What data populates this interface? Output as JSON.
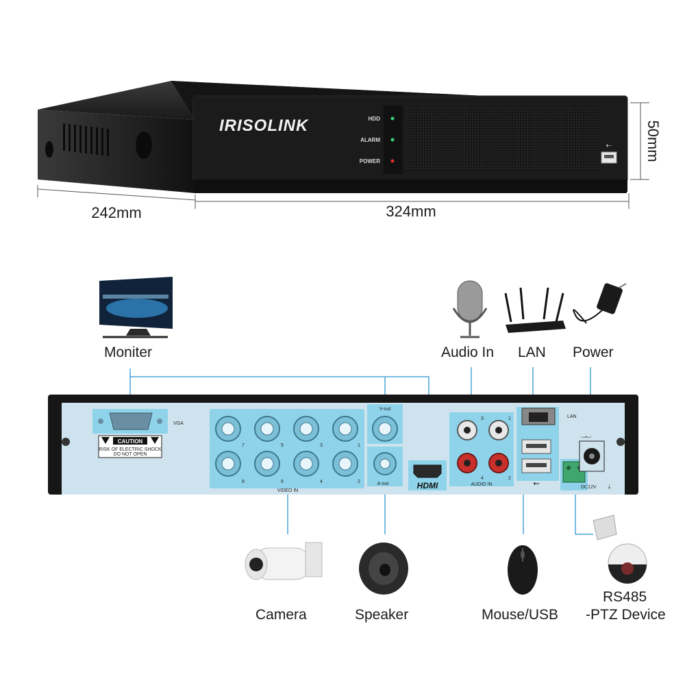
{
  "front_panel": {
    "brand": "IRISOLINK",
    "leds": [
      {
        "label": "HDD",
        "color": "#3ad17a"
      },
      {
        "label": "ALARM",
        "color": "#3ad17a"
      },
      {
        "label": "POWER",
        "color": "#e03030"
      }
    ]
  },
  "dimensions": {
    "depth": "242mm",
    "width": "324mm",
    "height": "50mm"
  },
  "rear_panel": {
    "vga_label": "VGA",
    "caution_title": "CAUTION",
    "caution_line1": "RISK OF ELECTRIC SHOCK",
    "caution_line2": "DO NOT OPEN",
    "video_in_label": "VIDEO IN",
    "video_in_top_numbers": [
      "7",
      "5",
      "3",
      "1"
    ],
    "video_in_bottom_numbers": [
      "8",
      "6",
      "4",
      "2"
    ],
    "v_out_label": "V-out",
    "a_out_label": "A-out",
    "hdmi_label": "HDMI",
    "audio_in_label": "AUDIO IN",
    "audio_in_numbers": [
      "3",
      "1",
      "4",
      "2"
    ],
    "lan_label": "LAN",
    "dc_label": "DC12V"
  },
  "devices": {
    "monitor": "Moniter",
    "audio_in": "Audio In",
    "lan": "LAN",
    "power": "Power",
    "camera": "Camera",
    "speaker": "Speaker",
    "mouse": "Mouse/USB",
    "ptz_line1": "RS485",
    "ptz_line2": "-PTZ Device"
  },
  "colors": {
    "accent_line": "#4aa3d9",
    "panel_back": "#cfe3ee",
    "highlight": "#8fd3ea",
    "led_red": "#e03030",
    "led_green": "#3ad17a"
  }
}
